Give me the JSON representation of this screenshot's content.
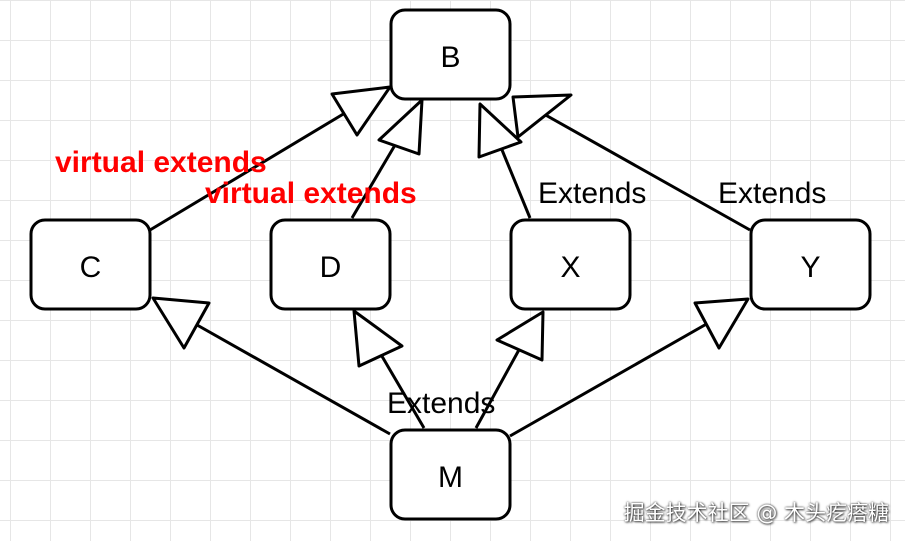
{
  "nodes": {
    "b": "B",
    "c": "C",
    "d": "D",
    "x": "X",
    "y": "Y",
    "m": "M"
  },
  "edge_labels": {
    "c_to_b": "virtual extends",
    "d_to_b": "virtual extends",
    "x_to_b": "Extends",
    "y_to_b": "Extends",
    "m_to_parents": "Extends"
  },
  "watermark": "掘金技术社区 @ 木头疙瘩糖",
  "colors": {
    "virtual_label": "#ff0000",
    "stroke": "#000000",
    "grid": "#e6e6e6"
  }
}
